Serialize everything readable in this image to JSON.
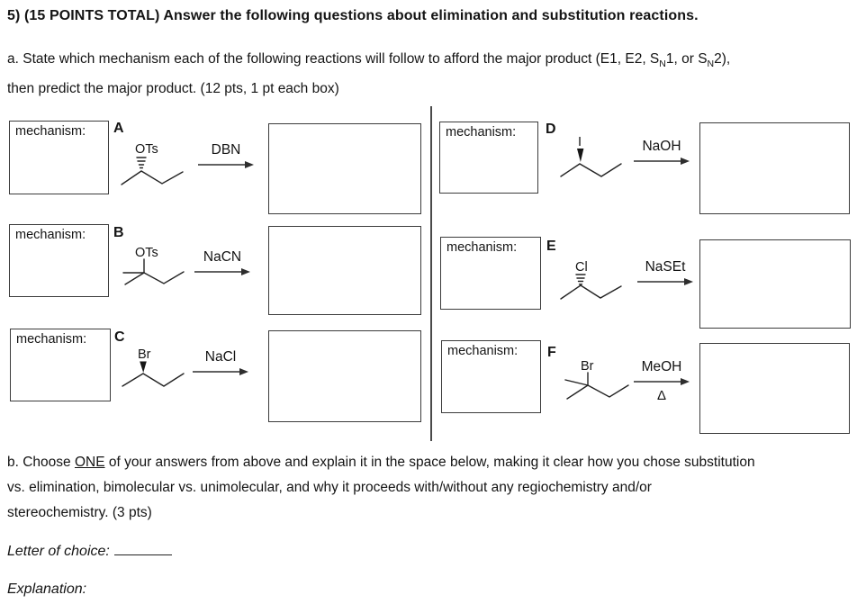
{
  "header": {
    "title": "5) (15 POINTS TOTAL) Answer the following questions about elimination and substitution reactions."
  },
  "part_a": {
    "l1a": "a. State which mechanism each of the following reactions will follow to afford the major product (E1, E2, S",
    "l1sub1": "N",
    "l1b": "1, or S",
    "l1sub2": "N",
    "l1c": "2),",
    "l2": "then predict the major product. (12 pts, 1 pt each box)"
  },
  "labels": {
    "mechanism": "mechanism:"
  },
  "reactions": [
    {
      "id": "A",
      "substrate": "sec-butyl tosylate, hashed-wedge OTs",
      "leaving_group": "OTs",
      "bond_style": "hashed-wedge",
      "reagent": "DBN",
      "reagent_below": ""
    },
    {
      "id": "B",
      "substrate": "2-methyl-2-butyl tosylate",
      "leaving_group": "OTs",
      "bond_style": "plain",
      "reagent": "NaCN",
      "reagent_below": ""
    },
    {
      "id": "C",
      "substrate": "2-bromobutane, bold-wedge Br",
      "leaving_group": "Br",
      "bond_style": "bold-wedge",
      "reagent": "NaCl",
      "reagent_below": ""
    },
    {
      "id": "D",
      "substrate": "2-iodobutane, bold-wedge I",
      "leaving_group": "I",
      "bond_style": "bold-wedge",
      "reagent": "NaOH",
      "reagent_below": ""
    },
    {
      "id": "E",
      "substrate": "2-chlorobutane, hashed-wedge Cl",
      "leaving_group": "Cl",
      "bond_style": "hashed-wedge",
      "reagent": "NaSEt",
      "reagent_below": ""
    },
    {
      "id": "F",
      "substrate": "2-bromo-2-methylbutane",
      "leaving_group": "Br",
      "bond_style": "plain",
      "reagent": "MeOH",
      "reagent_below": "Δ"
    }
  ],
  "part_b": {
    "l1a": "b. Choose ",
    "l1b": "ONE",
    "l1c": " of your answers from above and explain it in the space below, making it clear how you chose substitution",
    "l2": "vs. elimination, bimolecular vs. unimolecular, and why it proceeds with/without any regiochemistry and/or",
    "l3": "stereochemistry. (3 pts)",
    "letter_label": "Letter of choice:",
    "explanation_label": "Explanation:"
  }
}
